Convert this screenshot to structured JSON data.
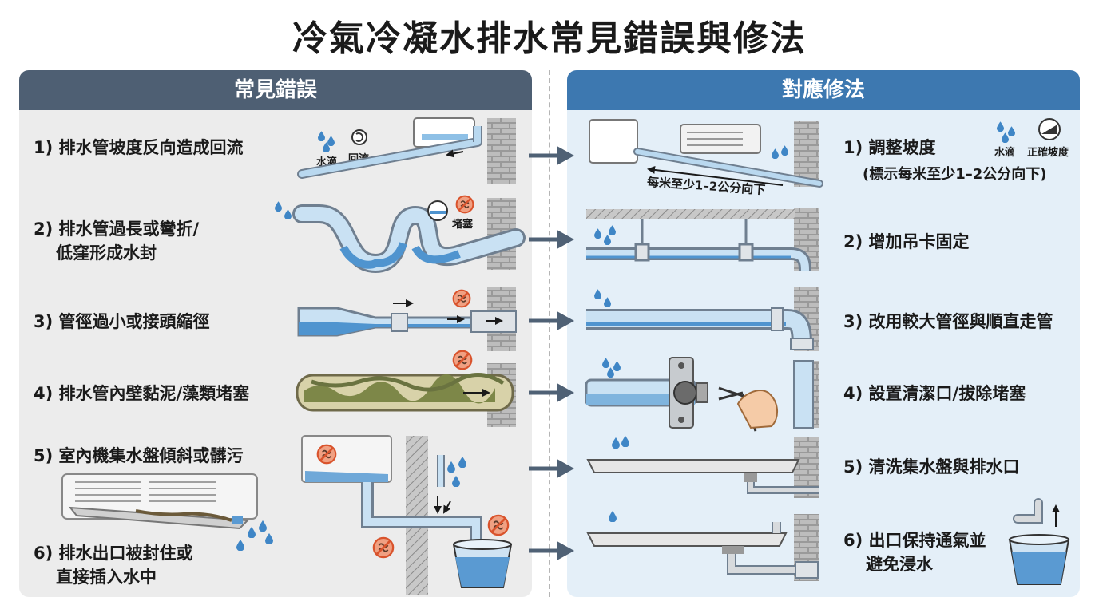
{
  "title": "冷氣冷凝水排水常見錯誤與修法",
  "left_header": "常見錯誤",
  "right_header": "對應修法",
  "mistakes": [
    {
      "label": "1) 排水管坡度反向造成回流"
    },
    {
      "label_line1": "2) 排水管過長或彎折/",
      "label_line2": "低窪形成水封"
    },
    {
      "label": "3) 管徑過小或接頭縮徑"
    },
    {
      "label": "4) 排水管內壁黏泥/藻類堵塞"
    },
    {
      "label": "5) 室內機集水盤傾斜或髒污"
    },
    {
      "label_line1": "6) 排水出口被封住或",
      "label_line2": "直接插入水中"
    }
  ],
  "mistake_tags": {
    "water_drop": "水滴",
    "backflow": "回流",
    "clog": "堵塞"
  },
  "fixes": [
    {
      "label": "1) 調整坡度",
      "sub": "(標示每米至少1–2公分向下)"
    },
    {
      "label": "2) 增加吊卡固定"
    },
    {
      "label": "3) 改用較大管徑與順直走管"
    },
    {
      "label": "4) 設置清潔口/拔除堵塞"
    },
    {
      "label": "5) 清洗集水盤與排水口"
    },
    {
      "label_line1": "6) 出口保持通氣並",
      "label_line2": "避免浸水"
    }
  ],
  "fix_tags": {
    "water_drop": "水滴",
    "correct_slope": "正確坡度",
    "slope_note": "每米至少1–2公分向下"
  },
  "colors": {
    "left_header": "#4e5f73",
    "right_header": "#3d78b0",
    "pipe": "#a9cde9",
    "water": "#4f94cf",
    "arrow": "#4f6175",
    "brick": "#8e8e8e"
  }
}
